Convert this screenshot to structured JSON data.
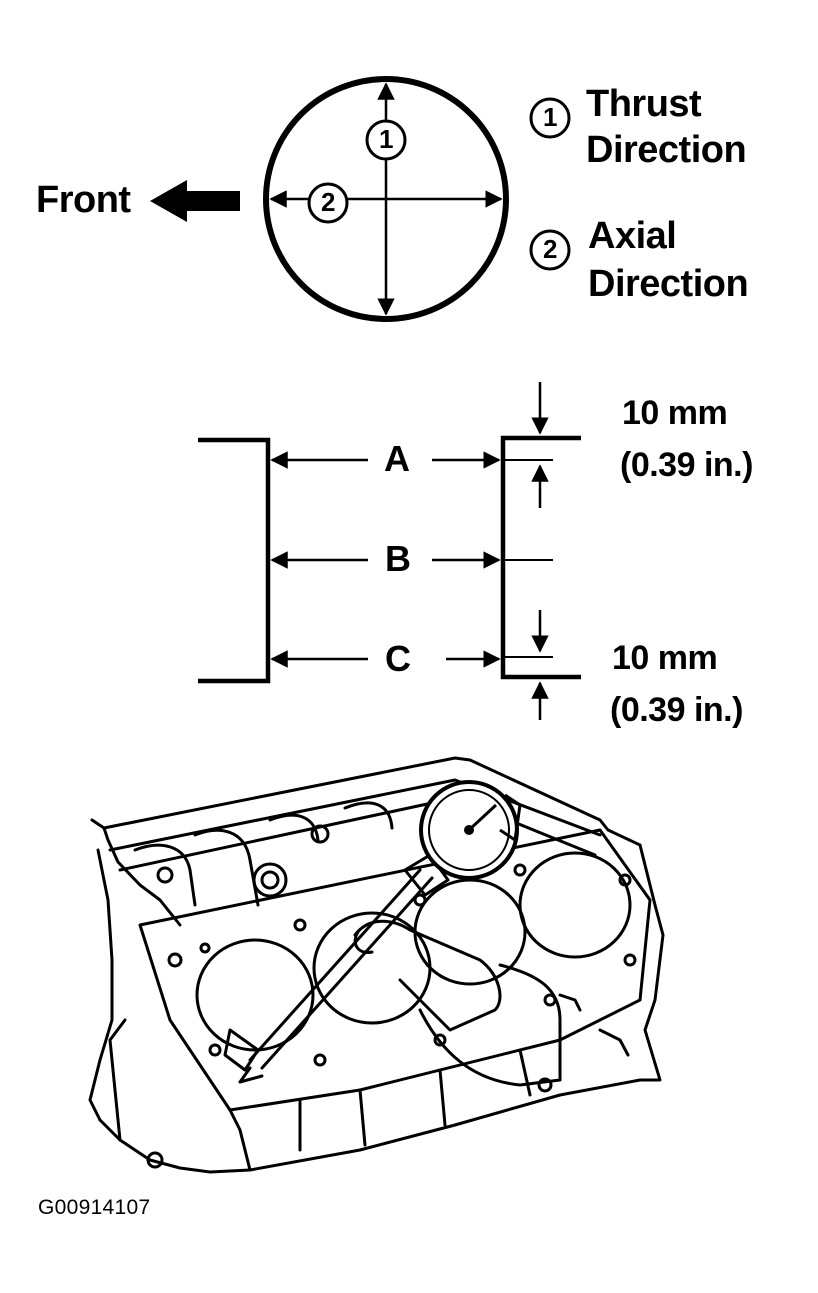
{
  "orientation": {
    "front_label": "Front",
    "marker_1": "1",
    "marker_2": "2"
  },
  "legend": {
    "item1": {
      "number": "1",
      "line1": "Thrust",
      "line2": "Direction"
    },
    "item2": {
      "number": "2",
      "line1": "Axial",
      "line2": "Direction"
    }
  },
  "bore_positions": {
    "labels": [
      "A",
      "B",
      "C"
    ],
    "top_offset": {
      "metric": "10 mm",
      "imperial": "(0.39 in.)"
    },
    "bottom_offset": {
      "metric": "10 mm",
      "imperial": "(0.39 in.)"
    }
  },
  "illustration": {
    "subject": "dial-bore-gauge-measuring-cylinder-bore-in-engine-block"
  },
  "figure_id": "G00914107"
}
